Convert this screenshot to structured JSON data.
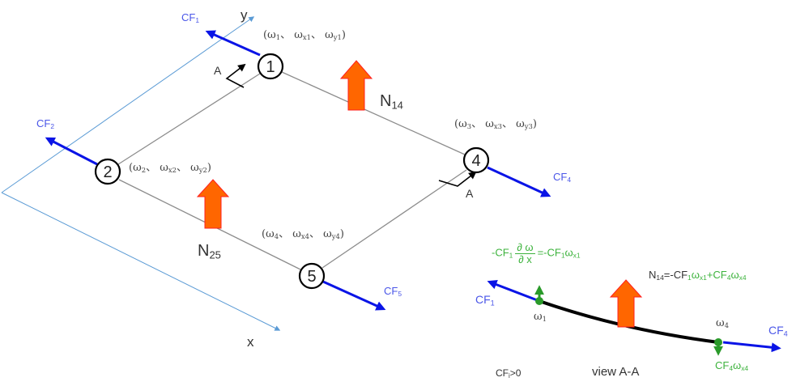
{
  "colors": {
    "axis": "#5b9bd5",
    "force_arrow": "#0a14e6",
    "normal_force": "#ff6600",
    "normal_force_outline": "#ff2020",
    "edge": "#8c8c8c",
    "curve": "#000000",
    "green": "#2a9a2a"
  },
  "axes": {
    "x_label": "x",
    "y_label": "y"
  },
  "nodes": [
    {
      "id": "1",
      "label": "1",
      "coords": "(ω₁、 ωₓ₁、 ωᵧ₁)",
      "w": "ω",
      "s1": "1",
      "s2": "x1",
      "s3": "y1"
    },
    {
      "id": "2",
      "label": "2",
      "coords": "(ω₂、 ωₓ₂、 ωᵧ₂)",
      "w": "ω",
      "s1": "2",
      "s2": "x2",
      "s3": "y2"
    },
    {
      "id": "4",
      "label": "4",
      "coords": "(ω₃、 ωₓ₃、 ωᵧ₃)",
      "w": "ω",
      "s1": "3",
      "s2": "x3",
      "s3": "y3"
    },
    {
      "id": "5",
      "label": "5",
      "coords": "(ω₄、 ωₓ₄、 ωᵧ₄)",
      "w": "ω",
      "s1": "4",
      "s2": "x4",
      "s3": "y4"
    }
  ],
  "forces": {
    "cf1": {
      "base": "CF",
      "sub": "1"
    },
    "cf2": {
      "base": "CF",
      "sub": "2"
    },
    "cf4": {
      "base": "CF",
      "sub": "4"
    },
    "cf5": {
      "base": "CF",
      "sub": "5"
    }
  },
  "normal_forces": {
    "n14": {
      "base": "N",
      "sub": "14"
    },
    "n25": {
      "base": "N",
      "sub": "25"
    }
  },
  "section_marks": {
    "a_top": "A",
    "a_bottom": "A"
  },
  "view": {
    "title": "view A-A",
    "condition_base": "CF",
    "condition_sub": "i",
    "condition_rest": ">0",
    "cf1": {
      "base": "CF",
      "sub": "1"
    },
    "cf4": {
      "base": "CF",
      "sub": "4"
    },
    "omega1": {
      "w": "ω",
      "sub": "1"
    },
    "omega4": {
      "w": "ω",
      "sub": "4"
    },
    "left_formula": {
      "prefix": "-CF",
      "prefix_sub": "1",
      "frac_num": "∂ ω",
      "frac_den": "∂ x",
      "equals": "=-CF",
      "eq_sub": "1",
      "eq_w": "ω",
      "eq_w_sub": "x1"
    },
    "n14_formula": {
      "n": "N",
      "n_sub": "14",
      "eq": "=-CF",
      "t1_sub": "1",
      "t1_w": "ω",
      "t1_w_sub": "x1",
      "plus": "+CF",
      "t2_sub": "4",
      "t2_w": "ω",
      "t2_w_sub": "x4"
    },
    "bottom_label": {
      "base": "CF",
      "sub": "4",
      "w": "ω",
      "w_sub": "x4"
    }
  }
}
